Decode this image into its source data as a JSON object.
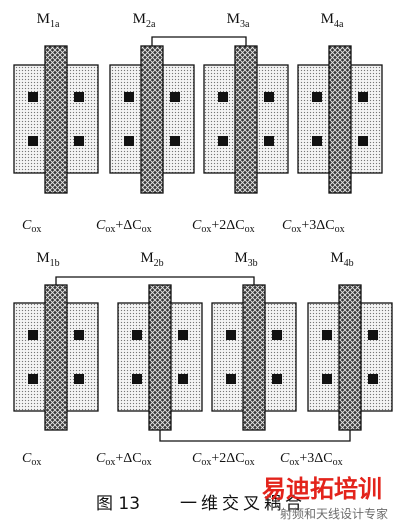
{
  "rows": [
    {
      "devices": [
        {
          "name": "M",
          "sub": "1a"
        },
        {
          "name": "M",
          "sub": "2a"
        },
        {
          "name": "M",
          "sub": "3a"
        },
        {
          "name": "M",
          "sub": "4a"
        }
      ],
      "connections": [
        [
          1,
          2
        ]
      ],
      "capacitances": [
        {
          "segments": [
            {
              "t": "C",
              "i": true
            },
            {
              "t": "ox",
              "sub": true
            }
          ]
        },
        {
          "segments": [
            {
              "t": "C",
              "i": true
            },
            {
              "t": "ox",
              "sub": true
            },
            {
              "t": "+ΔC",
              "i": false
            },
            {
              "t": "ox",
              "sub": true
            }
          ]
        },
        {
          "segments": [
            {
              "t": "C",
              "i": true
            },
            {
              "t": "ox",
              "sub": true
            },
            {
              "t": "+2ΔC",
              "i": false
            },
            {
              "t": "ox",
              "sub": true
            }
          ]
        },
        {
          "segments": [
            {
              "t": "C",
              "i": true
            },
            {
              "t": "ox",
              "sub": true
            },
            {
              "t": "+3ΔC",
              "i": false
            },
            {
              "t": "ox",
              "sub": true
            }
          ]
        }
      ]
    },
    {
      "devices": [
        {
          "name": "M",
          "sub": "1b"
        },
        {
          "name": "M",
          "sub": "2b"
        },
        {
          "name": "M",
          "sub": "3b"
        },
        {
          "name": "M",
          "sub": "4b"
        }
      ],
      "connections": [
        [
          0,
          2
        ],
        [
          1,
          3
        ]
      ],
      "capacitances": [
        {
          "segments": [
            {
              "t": "C",
              "i": true
            },
            {
              "t": "ox",
              "sub": true
            }
          ]
        },
        {
          "segments": [
            {
              "t": "C",
              "i": true
            },
            {
              "t": "ox",
              "sub": true
            },
            {
              "t": "+ΔC",
              "i": false
            },
            {
              "t": "ox",
              "sub": true
            }
          ]
        },
        {
          "segments": [
            {
              "t": "C",
              "i": true
            },
            {
              "t": "ox",
              "sub": true
            },
            {
              "t": "+2ΔC",
              "i": false
            },
            {
              "t": "ox",
              "sub": true
            }
          ]
        },
        {
          "segments": [
            {
              "t": "C",
              "i": true
            },
            {
              "t": "ox",
              "sub": true
            },
            {
              "t": "+3ΔC",
              "i": false
            },
            {
              "t": "ox",
              "sub": true
            }
          ]
        }
      ]
    }
  ],
  "caption": {
    "fig": "图 13",
    "title": "一维交叉耦合"
  },
  "watermark": {
    "brand": "易迪拓培训",
    "tagline": "射频和天线设计专家"
  }
}
